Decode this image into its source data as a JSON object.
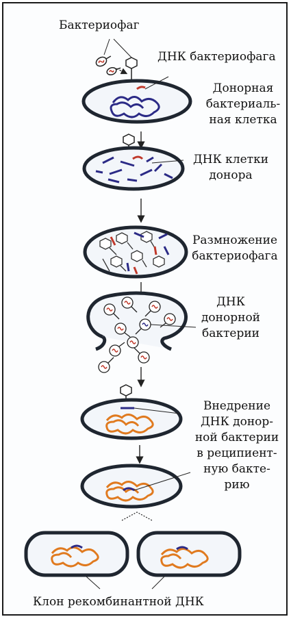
{
  "labels": {
    "bacteriophage": "Бактериофаг",
    "phage_dna": "ДНК бактериофага",
    "donor_cell": [
      "Донорная",
      "бактериаль-",
      "ная клетка"
    ],
    "donor_cell_dna": [
      "ДНК клетки",
      "донора"
    ],
    "phage_replication": [
      "Размножение",
      "бактериофага"
    ],
    "donor_bacterium_dna": [
      "ДНК",
      "донорной",
      "бактерии"
    ],
    "insertion": [
      "Внедрение",
      "ДНК донор-",
      "ной бактерии",
      "в реципиент-",
      "ную бакте-",
      "рию"
    ],
    "clone": "Клон рекомбинантной ДНК"
  },
  "colors": {
    "cell_outline": "#1f2630",
    "cell_fill": "#f3f6fa",
    "donor_dna": "#2b2a86",
    "phage_dna": "#c0392b",
    "recipient_dna": "#e07a1f",
    "line": "#222222"
  }
}
